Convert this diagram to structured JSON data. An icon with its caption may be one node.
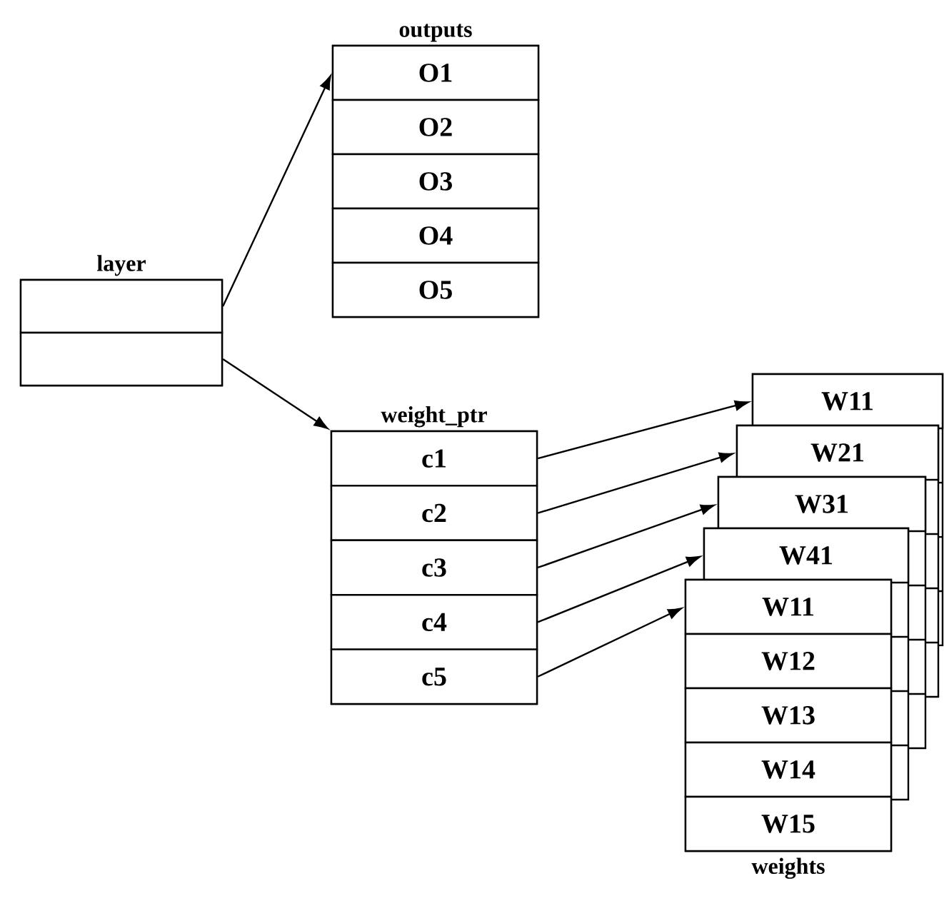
{
  "diagram": {
    "nodes": [
      {
        "text": [
          "layer"
        ]
      },
      {
        "text": [],
        "shape": "box",
        "in": 0
      },
      {
        "text": [],
        "shape": "box",
        "in": 0
      },
      {
        "text": [
          "outputs"
        ]
      },
      {
        "text": [
          "O1"
        ],
        "in": 3
      },
      {
        "text": [
          "O2"
        ],
        "in": 3
      },
      {
        "text": [
          "O3"
        ],
        "in": 3
      },
      {
        "text": [
          "O4"
        ],
        "in": 3
      },
      {
        "text": [
          "O5"
        ],
        "in": 3
      },
      {
        "text": [
          "weight_ptr"
        ]
      },
      {
        "text": [
          "c1"
        ],
        "in": 9
      },
      {
        "text": [
          "c2"
        ],
        "in": 9
      },
      {
        "text": [
          "c3"
        ],
        "in": 9
      },
      {
        "text": [
          "c4"
        ],
        "in": 9
      },
      {
        "text": [
          "c5"
        ],
        "in": 9
      },
      {
        "text": [
          "W11"
        ]
      },
      {
        "text": [
          "W21"
        ]
      },
      {
        "text": [
          "W31"
        ]
      },
      {
        "text": [
          "W41"
        ]
      },
      {
        "text": [
          "weights"
        ]
      },
      {
        "text": [
          "W11"
        ],
        "in": 19
      },
      {
        "text": [
          "W12"
        ],
        "in": 19
      },
      {
        "text": [
          "W13"
        ],
        "in": 19
      },
      {
        "text": [
          "W14"
        ],
        "in": 19
      },
      {
        "text": [
          "W15"
        ],
        "in": 19
      }
    ],
    "edges": [
      {
        "from": 1,
        "to": 4,
        "arrow": "to"
      },
      {
        "from": 2,
        "to": 9,
        "arrow": "to"
      },
      {
        "from": 10,
        "to": 15,
        "arrow": "to"
      },
      {
        "from": 11,
        "to": 16,
        "arrow": "to"
      },
      {
        "from": 12,
        "to": 17,
        "arrow": "to"
      },
      {
        "from": 13,
        "to": 18,
        "arrow": "to"
      },
      {
        "from": 14,
        "to": 20,
        "arrow": "to"
      }
    ]
  }
}
